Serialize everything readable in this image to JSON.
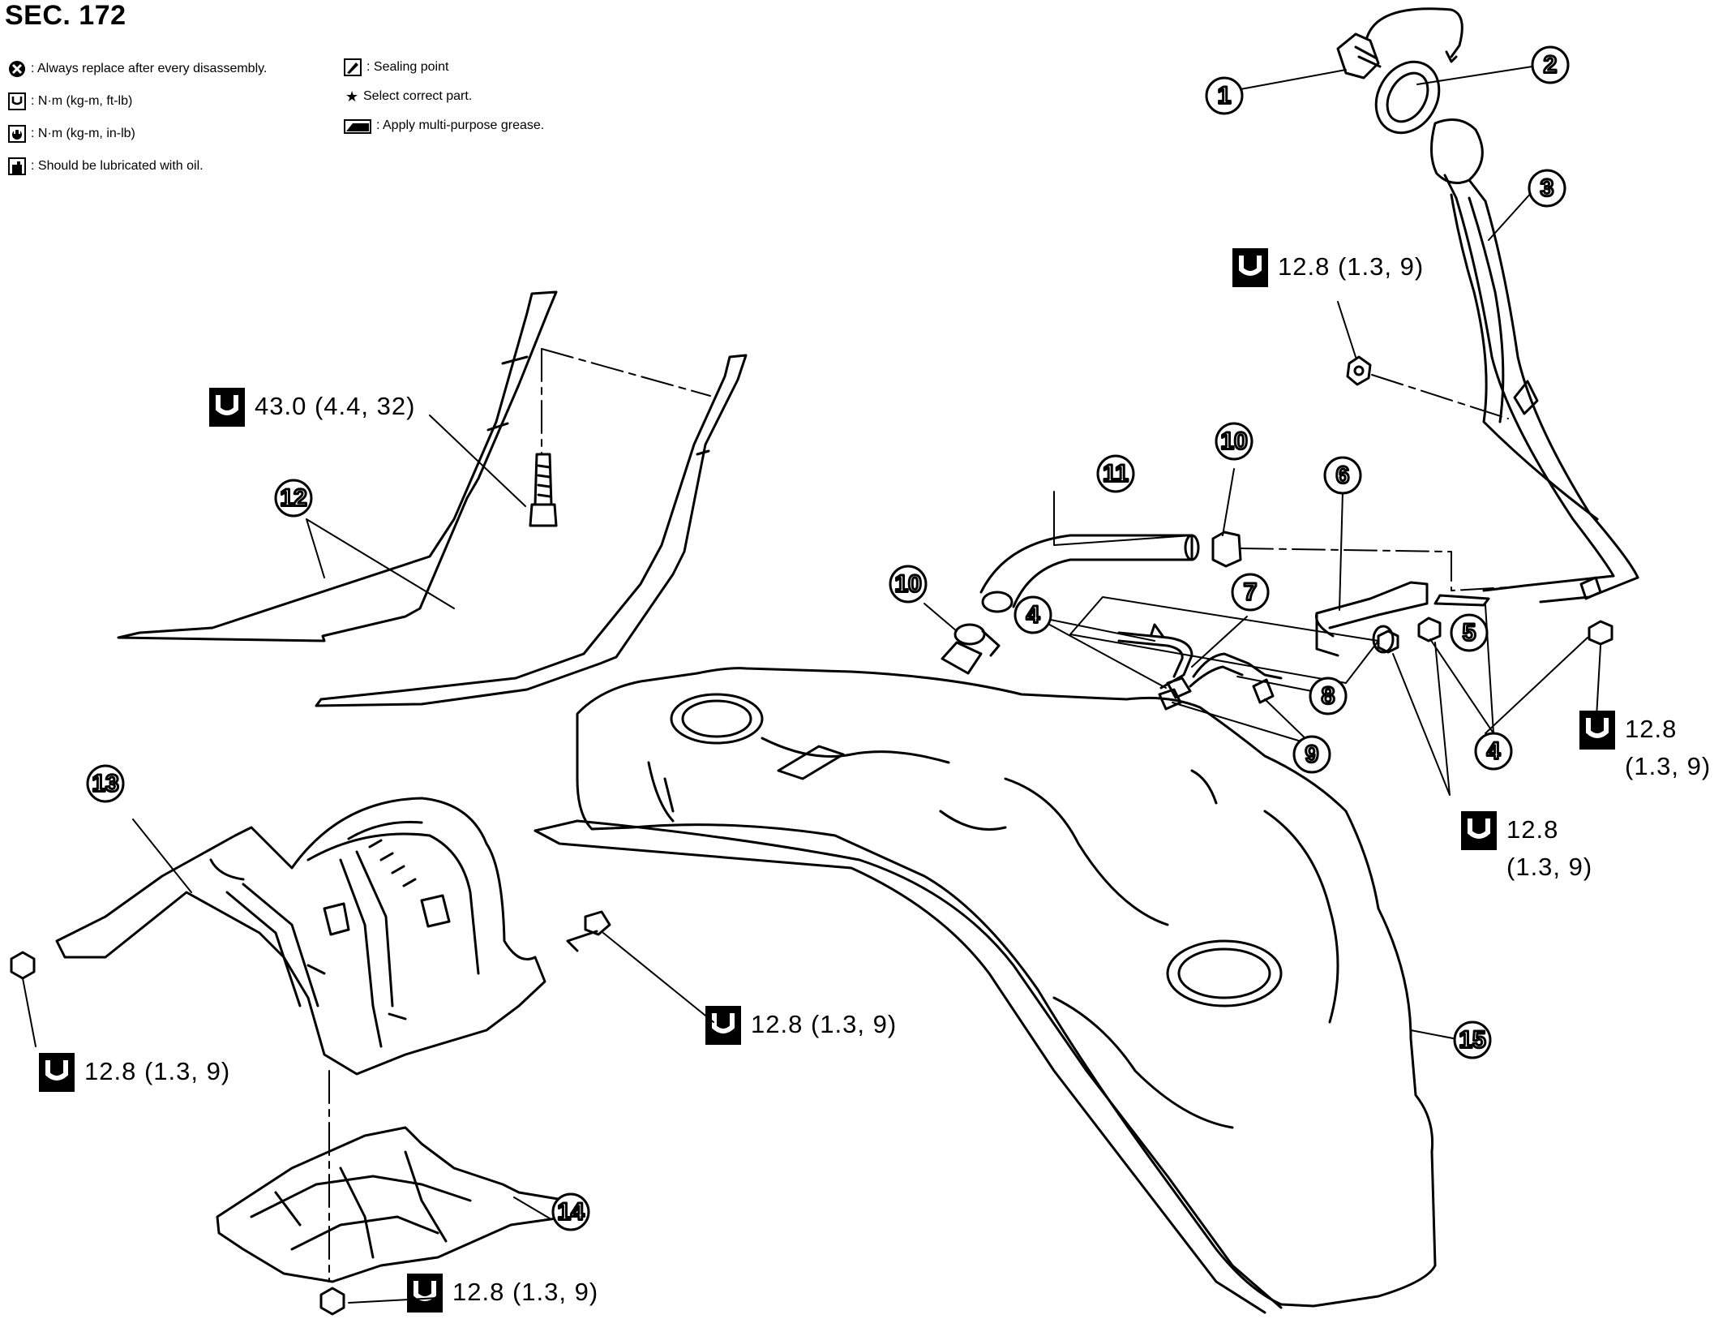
{
  "header": {
    "section": "SEC. 172"
  },
  "legend": [
    {
      "icon": "replace-circle-x-icon",
      "text": ": Always replace after every disassembly."
    },
    {
      "icon": "torque-wrench-icon",
      "text": ": N·m (kg-m, ft-lb)"
    },
    {
      "icon": "torque-wrench-small-icon",
      "text": ": N·m (kg-m, in-lb)"
    },
    {
      "icon": "oil-can-icon",
      "text": ": Should be lubricated with oil."
    },
    {
      "icon": "sealing-point-icon",
      "text": ": Sealing point"
    },
    {
      "icon": "star-icon",
      "text": "Select correct part."
    },
    {
      "icon": "grease-icon",
      "text": ": Apply multi-purpose grease."
    }
  ],
  "torques": [
    {
      "value": "12.8 (1.3, 9)"
    },
    {
      "value": "43.0 (4.4, 32)"
    },
    {
      "value": "12.8\n  (1.3, 9)"
    },
    {
      "value": "12.8\n  (1.3, 9)"
    },
    {
      "value": "12.8 (1.3, 9)"
    },
    {
      "value": "12.8 (1.3, 9)"
    },
    {
      "value": "12.8 (1.3, 9)"
    }
  ],
  "callouts": [
    "1",
    "2",
    "3",
    "4",
    "4",
    "5",
    "6",
    "7",
    "8",
    "9",
    "10",
    "10",
    "11",
    "12",
    "13",
    "14",
    "15"
  ]
}
